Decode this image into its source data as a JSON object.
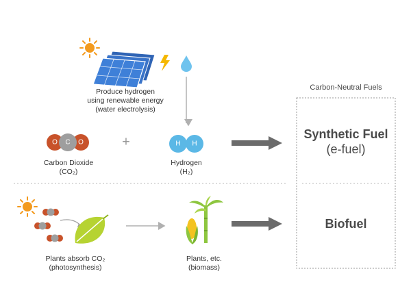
{
  "production": {
    "hydrogen_label": [
      "Produce hydrogen",
      "using renewable energy",
      "(water electrolysis)"
    ]
  },
  "synthetic_row": {
    "co2_atoms": [
      "O",
      "C",
      "O"
    ],
    "co2_label": [
      "Carbon Dioxide",
      "(CO₂)"
    ],
    "plus": "+",
    "h2_atoms": [
      "H",
      "H"
    ],
    "h2_label": [
      "Hydrogen",
      "(H₂)"
    ]
  },
  "bio_row": {
    "plants_absorb_label": [
      "Plants absorb CO₂",
      "(photosynthesis)"
    ],
    "biomass_label": [
      "Plants, etc.",
      "(biomass)"
    ]
  },
  "fuels": {
    "header": "Carbon-Neutral Fuels",
    "synthetic_title": "Synthetic Fuel",
    "synthetic_sub": "(e-fuel)",
    "biofuel_title": "Biofuel"
  },
  "icons": [
    "sun-icon",
    "solar-panel-icon",
    "lightning-icon",
    "water-drop-icon",
    "leaf-icon",
    "corn-icon",
    "sugarcane-icon"
  ],
  "colors": {
    "oxygen": "#c8522a",
    "carbon": "#9e9e9e",
    "hydrogen": "#5bb8e6",
    "solar_panel": "#2f64b5",
    "sun": "#f39a1e",
    "leaf": "#b6d332",
    "arrow_dark": "#6b6b6b",
    "arrow_light": "#b0b0b0"
  }
}
